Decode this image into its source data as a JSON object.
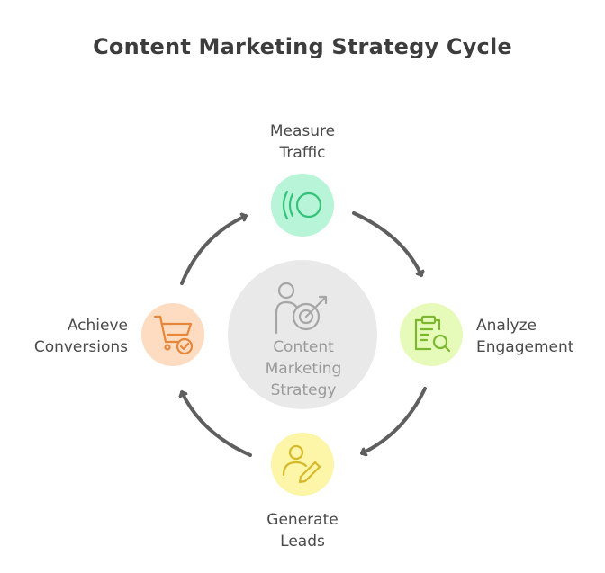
{
  "title": "Content Marketing Strategy Cycle",
  "center": {
    "lines": [
      "Content",
      "Marketing",
      "Strategy"
    ],
    "icon": "person-target-icon"
  },
  "nodes": [
    {
      "id": "measure-traffic",
      "lines": [
        "Measure",
        "Traffic"
      ],
      "color": "#b8f5d8",
      "stroke": "#33c27a",
      "icon": "signal-waves-icon"
    },
    {
      "id": "analyze-engagement",
      "lines": [
        "Analyze",
        "Engagement"
      ],
      "color": "#e6fab9",
      "stroke": "#7cb82f",
      "icon": "clipboard-search-icon"
    },
    {
      "id": "generate-leads",
      "lines": [
        "Generate",
        "Leads"
      ],
      "color": "#fdf5a8",
      "stroke": "#d6b92a",
      "icon": "user-pencil-icon"
    },
    {
      "id": "achieve-conversions",
      "lines": [
        "Achieve",
        "Conversions"
      ],
      "color": "#fddcc2",
      "stroke": "#e8863a",
      "icon": "cart-check-icon"
    }
  ],
  "colors": {
    "arrow": "#5f5f5f",
    "center_fill": "#e9e9e9",
    "center_icon": "#a6a6a6"
  }
}
